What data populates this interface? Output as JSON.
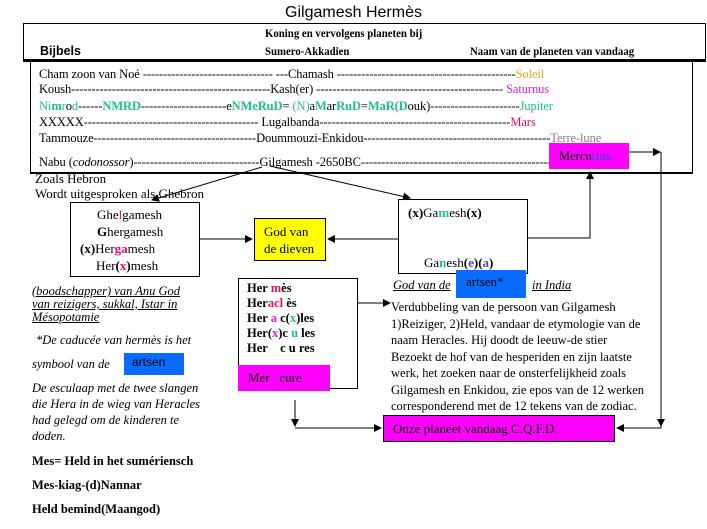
{
  "title": "Gilgamesh Hermès",
  "header": {
    "col1": "Bijbels",
    "col2_line1": "Koning en vervolgens planeten bij",
    "col2_line2": "Sumero-Akkadien",
    "col3": "Naam van de planeten van vandaag"
  },
  "rows": [
    {
      "biblical": "Cham zoon van Noé -------------------------------- ---",
      "sumerian": "Chamash ",
      "dashes": "--------------------------------------------",
      "planet": "Soleil",
      "planet_color": "#f0a020"
    },
    {
      "biblical": "Koush-------------------------------------------------",
      "sumerian": "Kash(er) ",
      "dashes": "---------------------------------------------- ",
      "planet": "Saturnus",
      "planet_color": "#e020e0"
    },
    {
      "planet": "Jupiter",
      "planet_color": "#1fbf8f"
    },
    {
      "biblical": " XXXXX------------------------------------------- ",
      "sumerian": "Lugalbanda",
      "dashes": "-----------------------------------------------",
      "planet": "Mars",
      "planet_color": "#e0106a"
    },
    {
      "biblical": "Tammouze----------------------------------------",
      "sumerian": "Doummouzi-Enkidou",
      "dashes": "----------------------------------------------",
      "planet": "Terre-lune",
      "planet_color": "#808080"
    },
    {
      "biblical_pre": " Nabu (",
      "biblical_italic": "codonossor",
      "biblical_post": ")-------------------------------",
      "sumerian": "Gilgamesh -2650BC",
      "dashes": "------------------------------------------------"
    }
  ],
  "nimrod_row": {
    "p1": "Ni",
    "p2": "m",
    "p3": "r",
    "p4": "o",
    "p5": "d",
    "p6": "------",
    "p7": "NMRD",
    "p8": "---------------------e",
    "p9": "NMe",
    "p10": "RuD",
    "p11": "= ",
    "p12": "(N)",
    "p13": "a",
    "p14": "M",
    "p15": "ar",
    "p16": "RuD",
    "p17": "=",
    "p18": "Ma",
    "p19": "R(",
    "p20": "D",
    "p21": "ouk)",
    "p22": "----------------------"
  },
  "mercurius": {
    "black": "Mercu",
    "blue": "rius"
  },
  "hebron": [
    "Zoals Hebron",
    "Wordt uitgesproken als Ghebron"
  ],
  "left_box": {
    "l1": [
      "Ghe",
      "l",
      "gamesh"
    ],
    "l2": [
      "G",
      "her",
      "gamesh"
    ],
    "l3": [
      "(x)",
      "Her",
      "ga",
      "mesh"
    ],
    "l4": [
      "Her",
      "(",
      "x",
      ")",
      "mesh"
    ]
  },
  "thieves_box": [
    "God van",
    "de dieven"
  ],
  "right_box": {
    "top": [
      "(x)",
      "Ga",
      "m",
      "esh",
      "(x)"
    ],
    "bottom": [
      "Ga",
      "n",
      "esh",
      "(",
      "e",
      ")(",
      "a",
      ")"
    ]
  },
  "india_line": {
    "pre": "God van de",
    "label": "artsen*",
    "post": "in India"
  },
  "messenger": [
    "(boodschapper) van Anu God",
    "van reizigers, sukkal, Istar in",
    "Mésopotamie"
  ],
  "caducee": [
    "*De caducée van hermès is het",
    "symbool van de"
  ],
  "artsen_label": "artsen",
  "esculaap": [
    "De esculaap met de twee slangen",
    "die Hera in de wieg van Heracles",
    "had gelegd om de kinderen te",
    "doden."
  ],
  "mes_lines": [
    "Mes= Held in het sumériensch",
    "Mes-kiag-(d)Nannar",
    "Held bemind(Maangod)"
  ],
  "hermes_box": {
    "r1": [
      "Her ",
      "m",
      "ès"
    ],
    "r2": [
      "Her",
      "acl",
      " ès"
    ],
    "r3": [
      "Her ",
      "a",
      " c(",
      "x",
      ")les"
    ],
    "r4": [
      "Her(",
      "x",
      ")c ",
      "u",
      " les"
    ],
    "r5": "Her    c u res",
    "mercure": "Mer   cure"
  },
  "verdubbeling": [
    "Verdubbeling van de persoon van Gilgamesh",
    "1)Reiziger, 2)Held, vandaar de etymologie van de",
    "naam Heracles. Hij doodt de leeuw-de stier",
    "Bezoekt de hof van de hesperiden en zijn laatste",
    "werk, het zoeken naar de onsterfelijkheid zoals",
    "Gilgamesh en Enkidou, zie epos van de 12 werken",
    "corresponderend  met de 12 tekens van de zodiac."
  ],
  "planet_today": "Onze planeet vandaag C.Q.F.D."
}
